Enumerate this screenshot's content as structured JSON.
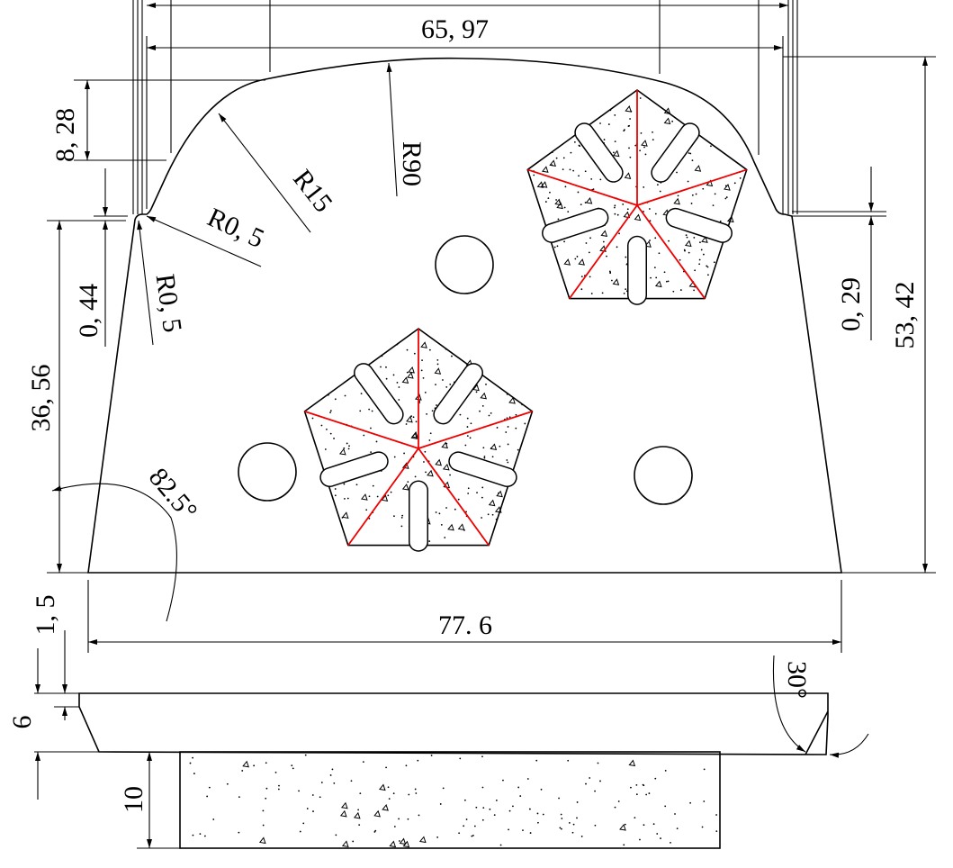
{
  "dimensions": {
    "top_width": "65, 97",
    "left_step": "8, 28",
    "left_notch": "0, 44",
    "left_height": "36, 56",
    "radius_small_1": "R0, 5",
    "radius_small_2": "R0, 5",
    "radius_shoulder": "R15",
    "radius_top": "R90",
    "right_notch": "0, 29",
    "total_height": "53, 42",
    "side_angle": "82.5°",
    "bottom_width": "77. 6",
    "chamfer_height": "1, 5",
    "plate_thickness": "6",
    "segment_thickness": "10",
    "chamfer_angle": "30°"
  },
  "colors": {
    "outline": "#000000",
    "segment_split": "#e00000"
  }
}
